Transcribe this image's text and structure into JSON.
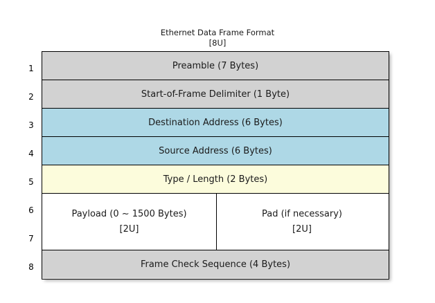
{
  "diagram": {
    "title": "Ethernet Data Frame Format",
    "subtitle": "[8U]",
    "colors": {
      "gray": "#d2d2d2",
      "blue": "#aed8e6",
      "yellow": "#fcfcdc",
      "white": "#ffffff",
      "border": "#000000",
      "text": "#1a1a1a",
      "background": "#ffffff"
    },
    "row_numbers": [
      "1",
      "2",
      "3",
      "4",
      "5",
      "6",
      "7",
      "8"
    ],
    "rows": [
      {
        "number": "1",
        "label": "Preamble (7 Bytes)",
        "fill": "gray"
      },
      {
        "number": "2",
        "label": "Start-of-Frame Delimiter (1 Byte)",
        "fill": "gray"
      },
      {
        "number": "3",
        "label": "Destination Address (6 Bytes)",
        "fill": "blue"
      },
      {
        "number": "4",
        "label": "Source Address (6 Bytes)",
        "fill": "blue"
      },
      {
        "number": "5",
        "label": "Type / Length (2 Bytes)",
        "fill": "yellow"
      },
      {
        "number": "8",
        "label": "Frame Check Sequence (4 Bytes)",
        "fill": "gray"
      }
    ],
    "split_row": {
      "numbers": [
        "6",
        "7"
      ],
      "fill": "white",
      "left_cell": {
        "line1": "Payload (0 ~ 1500 Bytes)",
        "line2": "[2U]"
      },
      "right_cell": {
        "line1": "Pad (if necessary)",
        "line2": "[2U]"
      }
    }
  }
}
